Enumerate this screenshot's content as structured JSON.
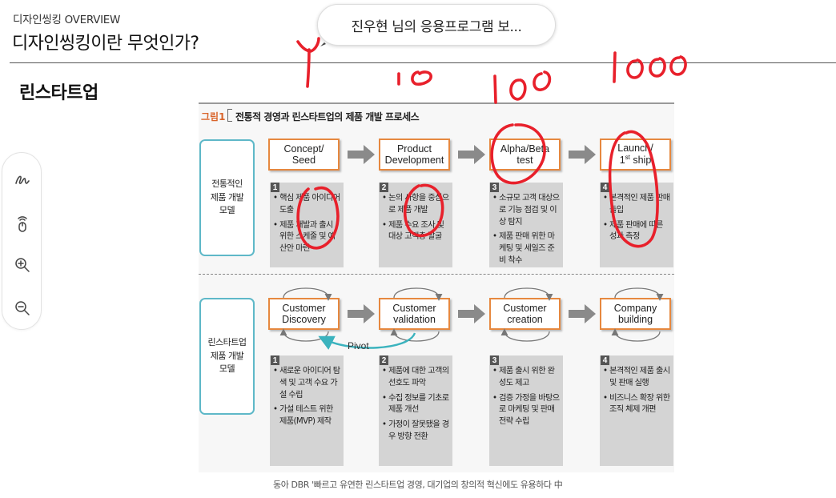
{
  "header": {
    "overview_label": "디자인씽킹 OVERVIEW",
    "page_title": "디자인씽킹이란 무엇인가?"
  },
  "tooltip": {
    "text": "진우현 님의 응용프로그램 보..."
  },
  "section_title": "린스타트업",
  "toolbar": {
    "tools": [
      {
        "icon": "pen-icon"
      },
      {
        "icon": "mouse-icon"
      },
      {
        "icon": "zoom-in-icon"
      },
      {
        "icon": "zoom-out-icon"
      }
    ]
  },
  "figure": {
    "number": "그림1",
    "title": "전통적 경영과 린스타트업의 제품 개발 프로세스",
    "pivot_label": "Pivot",
    "traditional": {
      "label_lines": [
        "전통적인",
        "제품 개발",
        "모델"
      ],
      "stages": [
        {
          "lines": [
            "Concept/",
            "Seed"
          ]
        },
        {
          "lines": [
            "Product",
            "Development"
          ]
        },
        {
          "lines": [
            "Alpha/Beta",
            "test"
          ]
        },
        {
          "lines": [
            "Launch/",
            "1st ship"
          ]
        }
      ],
      "descriptions": [
        {
          "num": "1",
          "items": [
            "핵심 제품 아이디어 도출",
            "제품 개발과 출시 위한 스케줄 및 예산안 마련"
          ]
        },
        {
          "num": "2",
          "items": [
            "논의 사항을 중심으로 제품 개발",
            "제품 수요 조사 및 대상 고객층 발굴"
          ]
        },
        {
          "num": "3",
          "items": [
            "소규모 고객 대상으로 기능 점검 및 이상 탐지",
            "제품 판매 위한 마케팅 및 세일즈 준비 착수"
          ]
        },
        {
          "num": "4",
          "items": [
            "본격적인 제품 판매 돌입",
            "제품 판매에 따른 성과 측정"
          ]
        }
      ]
    },
    "lean": {
      "label_lines": [
        "린스타트업",
        "제품 개발",
        "모델"
      ],
      "stages": [
        {
          "lines": [
            "Customer",
            "Discovery"
          ]
        },
        {
          "lines": [
            "Customer",
            "validation"
          ]
        },
        {
          "lines": [
            "Customer",
            "creation"
          ]
        },
        {
          "lines": [
            "Company",
            "building"
          ]
        }
      ],
      "descriptions": [
        {
          "num": "1",
          "items": [
            "새로운 아이디어 탐색 및 고객 수요 가설 수립",
            "가설 테스트 위한 제품(MVP) 제작"
          ]
        },
        {
          "num": "2",
          "items": [
            "제품에 대한 고객의 선호도 파악",
            "수집 정보를 기초로 제품 개선",
            "가정이 잘못됐을 경우 방향 전환"
          ]
        },
        {
          "num": "3",
          "items": [
            "제품 출시 위한 완성도 제고",
            "검증 가정을 바탕으로 마케팅 및 판매 전략 수립"
          ]
        },
        {
          "num": "4",
          "items": [
            "본격적인 제품 출시 및 판매 실행",
            "비즈니스 확장 위한 조직 체제 개편"
          ]
        }
      ]
    },
    "caption": "동아 DBR '빠르고 유연한 린스타트업 경영, 대기업의 창의적 혁신에도 유용하다 中"
  },
  "annotations": {
    "color": "#e8202b",
    "labels": [
      "1",
      "10",
      "100",
      "1000"
    ]
  }
}
